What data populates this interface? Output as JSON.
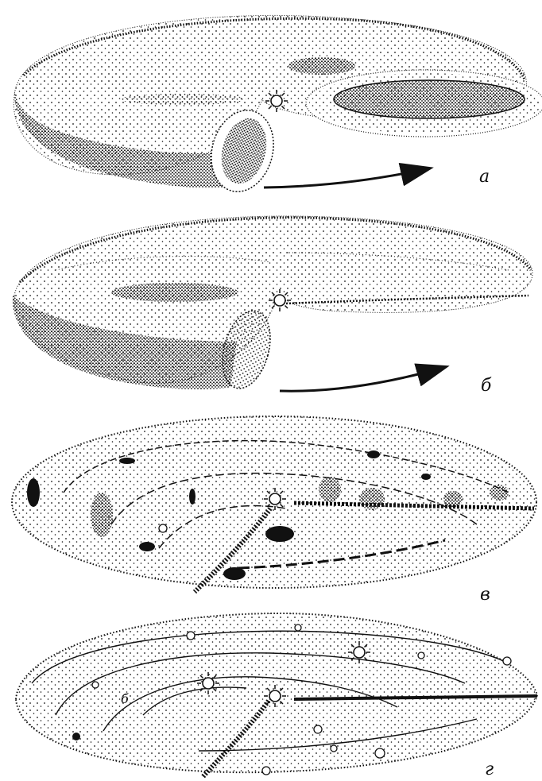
{
  "figure": {
    "panels": [
      {
        "id": "a",
        "label": "а",
        "description_type": "disk-with-rolled-edge-and-ring"
      },
      {
        "id": "b",
        "label": "б",
        "description_type": "disk-with-rolled-edge"
      },
      {
        "id": "v",
        "label": "в",
        "description_type": "disk-with-spiral-clumps"
      },
      {
        "id": "g",
        "label": "г",
        "description_type": "disk-with-bodies-on-orbits"
      }
    ],
    "annotations": {
      "small_b_label": "б"
    },
    "colors": {
      "ink": "#111111",
      "paper": "#ffffff"
    }
  }
}
